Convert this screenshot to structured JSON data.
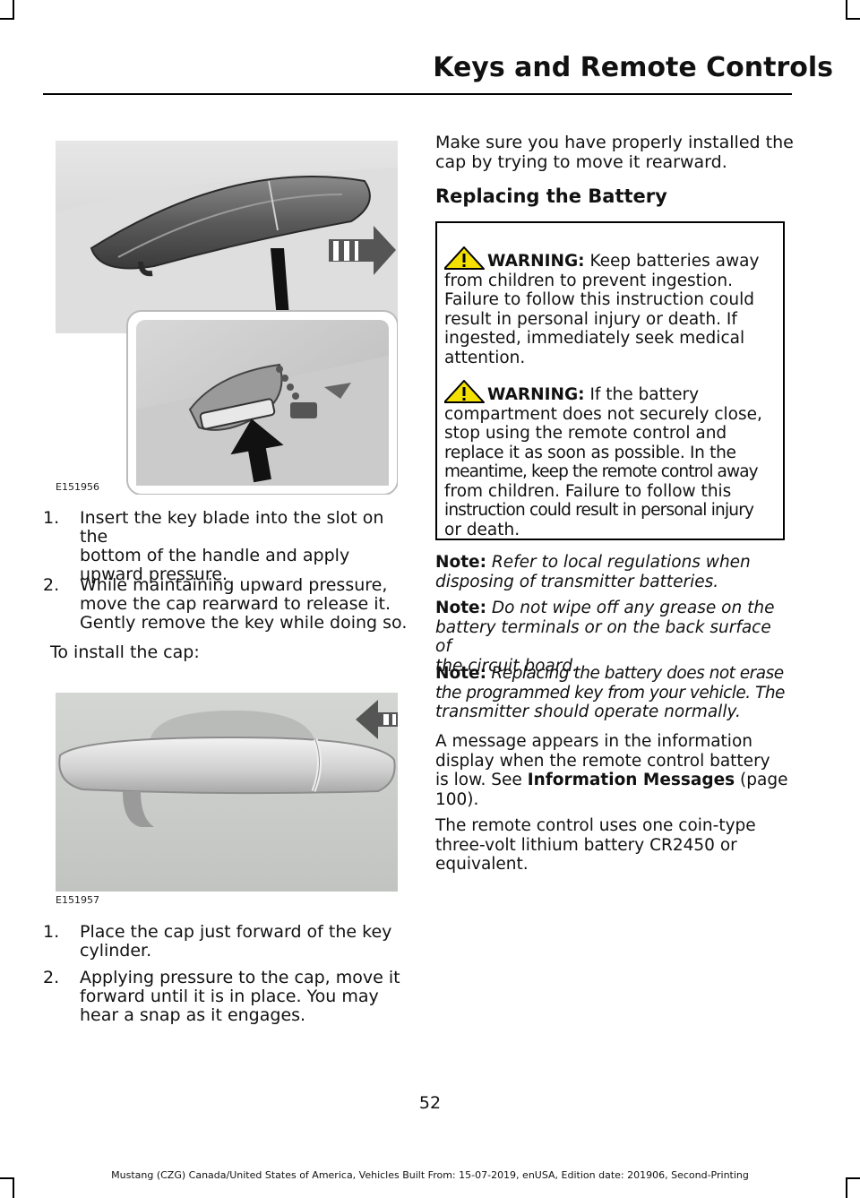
{
  "header": {
    "title": "Keys and Remote Controls"
  },
  "figures": [
    {
      "id": "E151956"
    },
    {
      "id": "E151957"
    }
  ],
  "left": {
    "steps_remove": [
      {
        "num": "1.",
        "lines": [
          "Insert the key blade into the slot on the",
          "bottom of the handle and apply",
          "upward pressure."
        ]
      },
      {
        "num": "2.",
        "lines": [
          "While maintaining upward pressure,",
          "move the cap rearward to release it.",
          "Gently remove the key while doing so."
        ]
      }
    ],
    "install_intro": "To install the cap:",
    "steps_install": [
      {
        "num": "1.",
        "lines": [
          "Place the cap just forward of the key",
          "cylinder."
        ]
      },
      {
        "num": "2.",
        "lines": [
          "Applying pressure to the cap, move it",
          "forward until it is in place. You may",
          "hear a snap as it engages."
        ]
      }
    ]
  },
  "right": {
    "intro_lines": [
      "Make sure you have properly installed the",
      "cap by trying to move it rearward."
    ],
    "heading": "Replacing the Battery",
    "warnings": [
      {
        "label": "WARNING:",
        "first": " Keep batteries away",
        "lines": [
          "from children to prevent ingestion.",
          "Failure to follow this instruction could",
          "result in personal injury or death. If",
          "ingested, immediately seek medical",
          "attention."
        ]
      },
      {
        "label": "WARNING:",
        "first": " If the battery",
        "lines": [
          "compartment does not securely close,",
          "stop using the remote control and",
          "replace it as soon as possible. In the",
          "meantime, keep the remote control away",
          "from children. Failure to follow this",
          "instruction could result in personal injury",
          "or death."
        ]
      }
    ],
    "notes": [
      {
        "label": "Note:",
        "lines": [
          " Refer to local regulations when",
          "disposing of transmitter batteries."
        ]
      },
      {
        "label": "Note:",
        "lines": [
          " Do not wipe off any grease on the",
          "battery terminals or on the back surface of",
          "the circuit board."
        ]
      },
      {
        "label": "Note:",
        "lines": [
          "  Replacing the battery does not erase",
          "the programmed key from your vehicle.  The",
          "transmitter should operate normally."
        ]
      }
    ],
    "message_para": {
      "lines": [
        "A message appears in the information",
        "display when the remote control battery"
      ],
      "pre_link": "is low.  See ",
      "link": "Information Messages",
      "post_link": " (page",
      "last": "100)."
    },
    "battery_lines": [
      "The remote control uses one coin-type",
      "three-volt lithium battery CR2450 or",
      "equivalent."
    ]
  },
  "page_number": "52",
  "footer": "Mustang (CZG) Canada/United States of America, Vehicles Built From: 15-07-2019, enUSA, Edition date: 201906, Second-Printing"
}
